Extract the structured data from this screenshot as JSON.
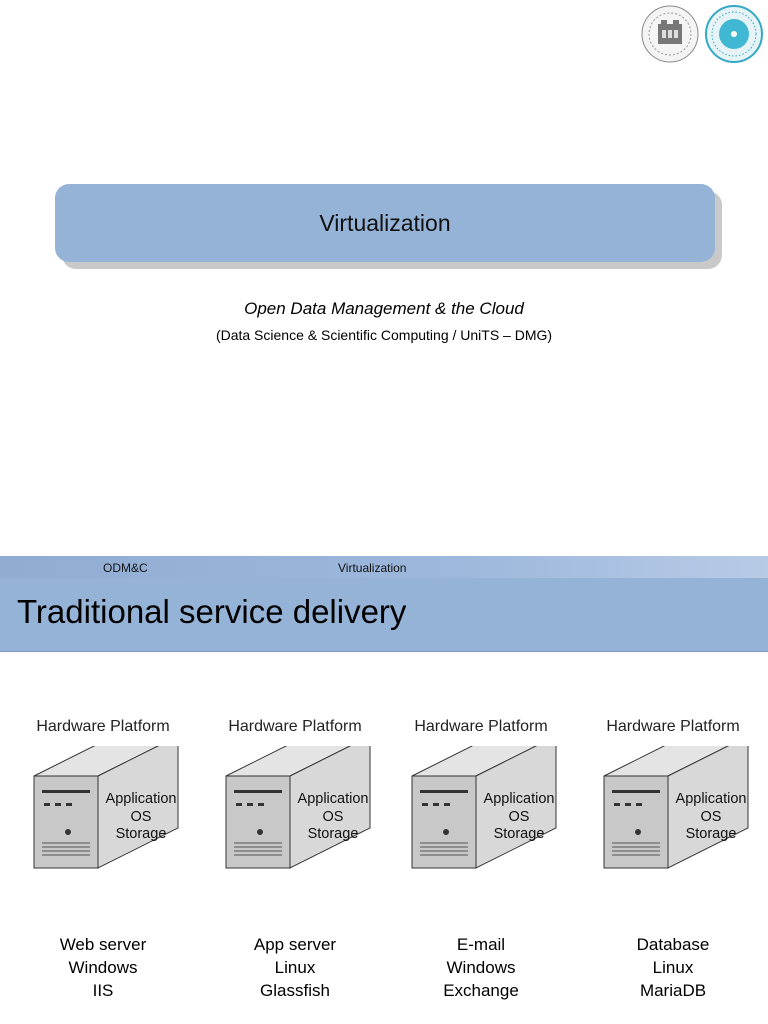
{
  "slide_title": "Virtualization",
  "subtitle": "Open Data Management & the Cloud",
  "subsubtitle": "(Data Science & Scientific Computing / UniTS – DMG)",
  "header": {
    "left": "ODM&C",
    "center": "Virtualization"
  },
  "heading": "Traditional service delivery",
  "platforms": [
    {
      "label": "Hardware Platform",
      "stack": [
        "Application",
        "OS",
        "Storage"
      ],
      "caption": [
        "Web server",
        "Windows",
        "IIS"
      ]
    },
    {
      "label": "Hardware Platform",
      "stack": [
        "Application",
        "OS",
        "Storage"
      ],
      "caption": [
        "App server",
        "Linux",
        "Glassfish"
      ]
    },
    {
      "label": "Hardware Platform",
      "stack": [
        "Application",
        "OS",
        "Storage"
      ],
      "caption": [
        "E-mail",
        "Windows",
        "Exchange"
      ]
    },
    {
      "label": "Hardware Platform",
      "stack": [
        "Application",
        "OS",
        "Storage"
      ],
      "caption": [
        "Database",
        "Linux",
        "MariaDB"
      ]
    }
  ],
  "colors": {
    "title_box": "#95b3d7",
    "banner": "#95b3d7",
    "server_front": "#c8c8c8",
    "server_side": "#d8d8d8"
  }
}
